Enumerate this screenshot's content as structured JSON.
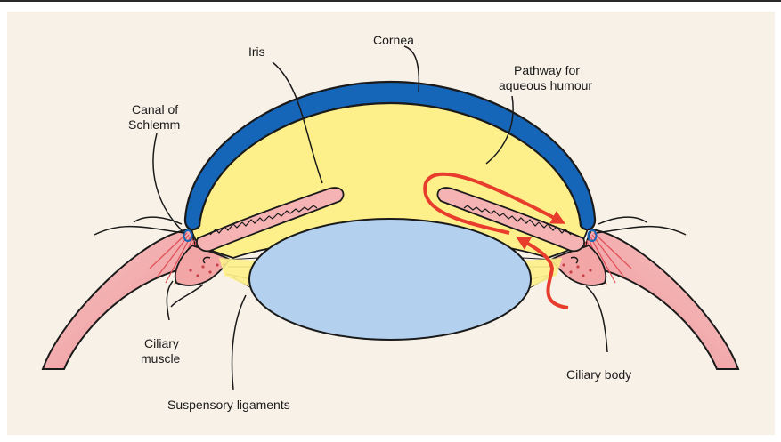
{
  "labels": {
    "cornea": "Cornea",
    "iris": "Iris",
    "canal_line1": "Canal of",
    "canal_line2": "Schlemm",
    "pathway_line1": "Pathway for",
    "pathway_line2": "aqueous humour",
    "ciliary_muscle_line1": "Ciliary",
    "ciliary_muscle_line2": "muscle",
    "suspensory": "Suspensory ligaments",
    "ciliary_body": "Ciliary body"
  },
  "colors": {
    "background": "#f8f1e7",
    "cornea": "#1565b8",
    "aqueous": "#fdef8a",
    "lens": "#b3d0ee",
    "tissue": "#f3a6a6",
    "iris": "#f6b3b3",
    "arrow": "#e83c2d",
    "outline": "#1a1a1a"
  }
}
